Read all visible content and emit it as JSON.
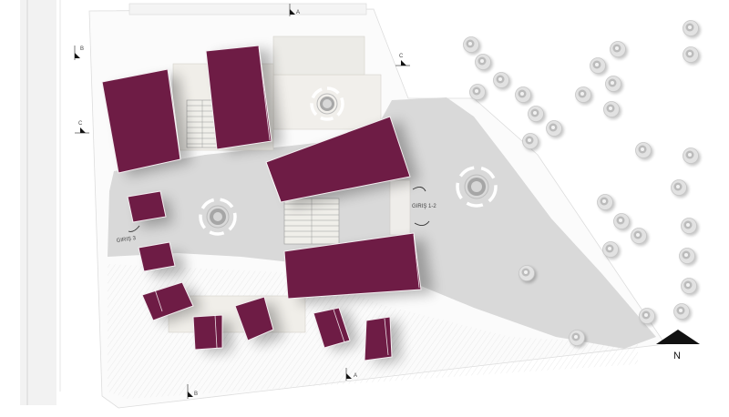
{
  "labels": {
    "entrance_east": "GIRIŞ 1-2",
    "entrance_west": "GIRIŞ 3",
    "section_a": "A",
    "section_b": "B",
    "section_c": "C",
    "north": "N"
  },
  "colors": {
    "building_roof": "#6e1c45",
    "building_roof_stroke": "#f4eef1",
    "plaza": "#d9d9d9",
    "courtyard": "#f1efeb",
    "street": "#efefef",
    "tree_canopy": "#e2e2e2",
    "tree_ring": "#c6c6c6",
    "north_arrow": "#111111"
  },
  "icons": {
    "north_arrow": "north-arrow-icon",
    "section_marker": "section-marker-icon",
    "tree": "tree-icon",
    "fountain": "fountain-icon"
  }
}
